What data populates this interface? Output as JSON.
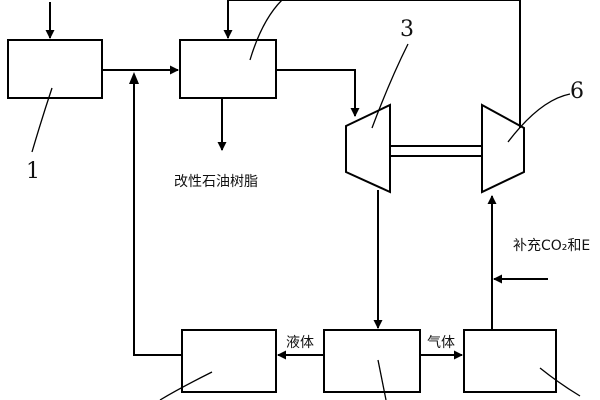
{
  "labels": {
    "box1_number": "1",
    "unit3_number": "3",
    "unit6_number": "6",
    "resin_output": "改性石油树脂",
    "supplement": "补充CO₂和E",
    "liquid": "液体",
    "gas": "气体"
  }
}
